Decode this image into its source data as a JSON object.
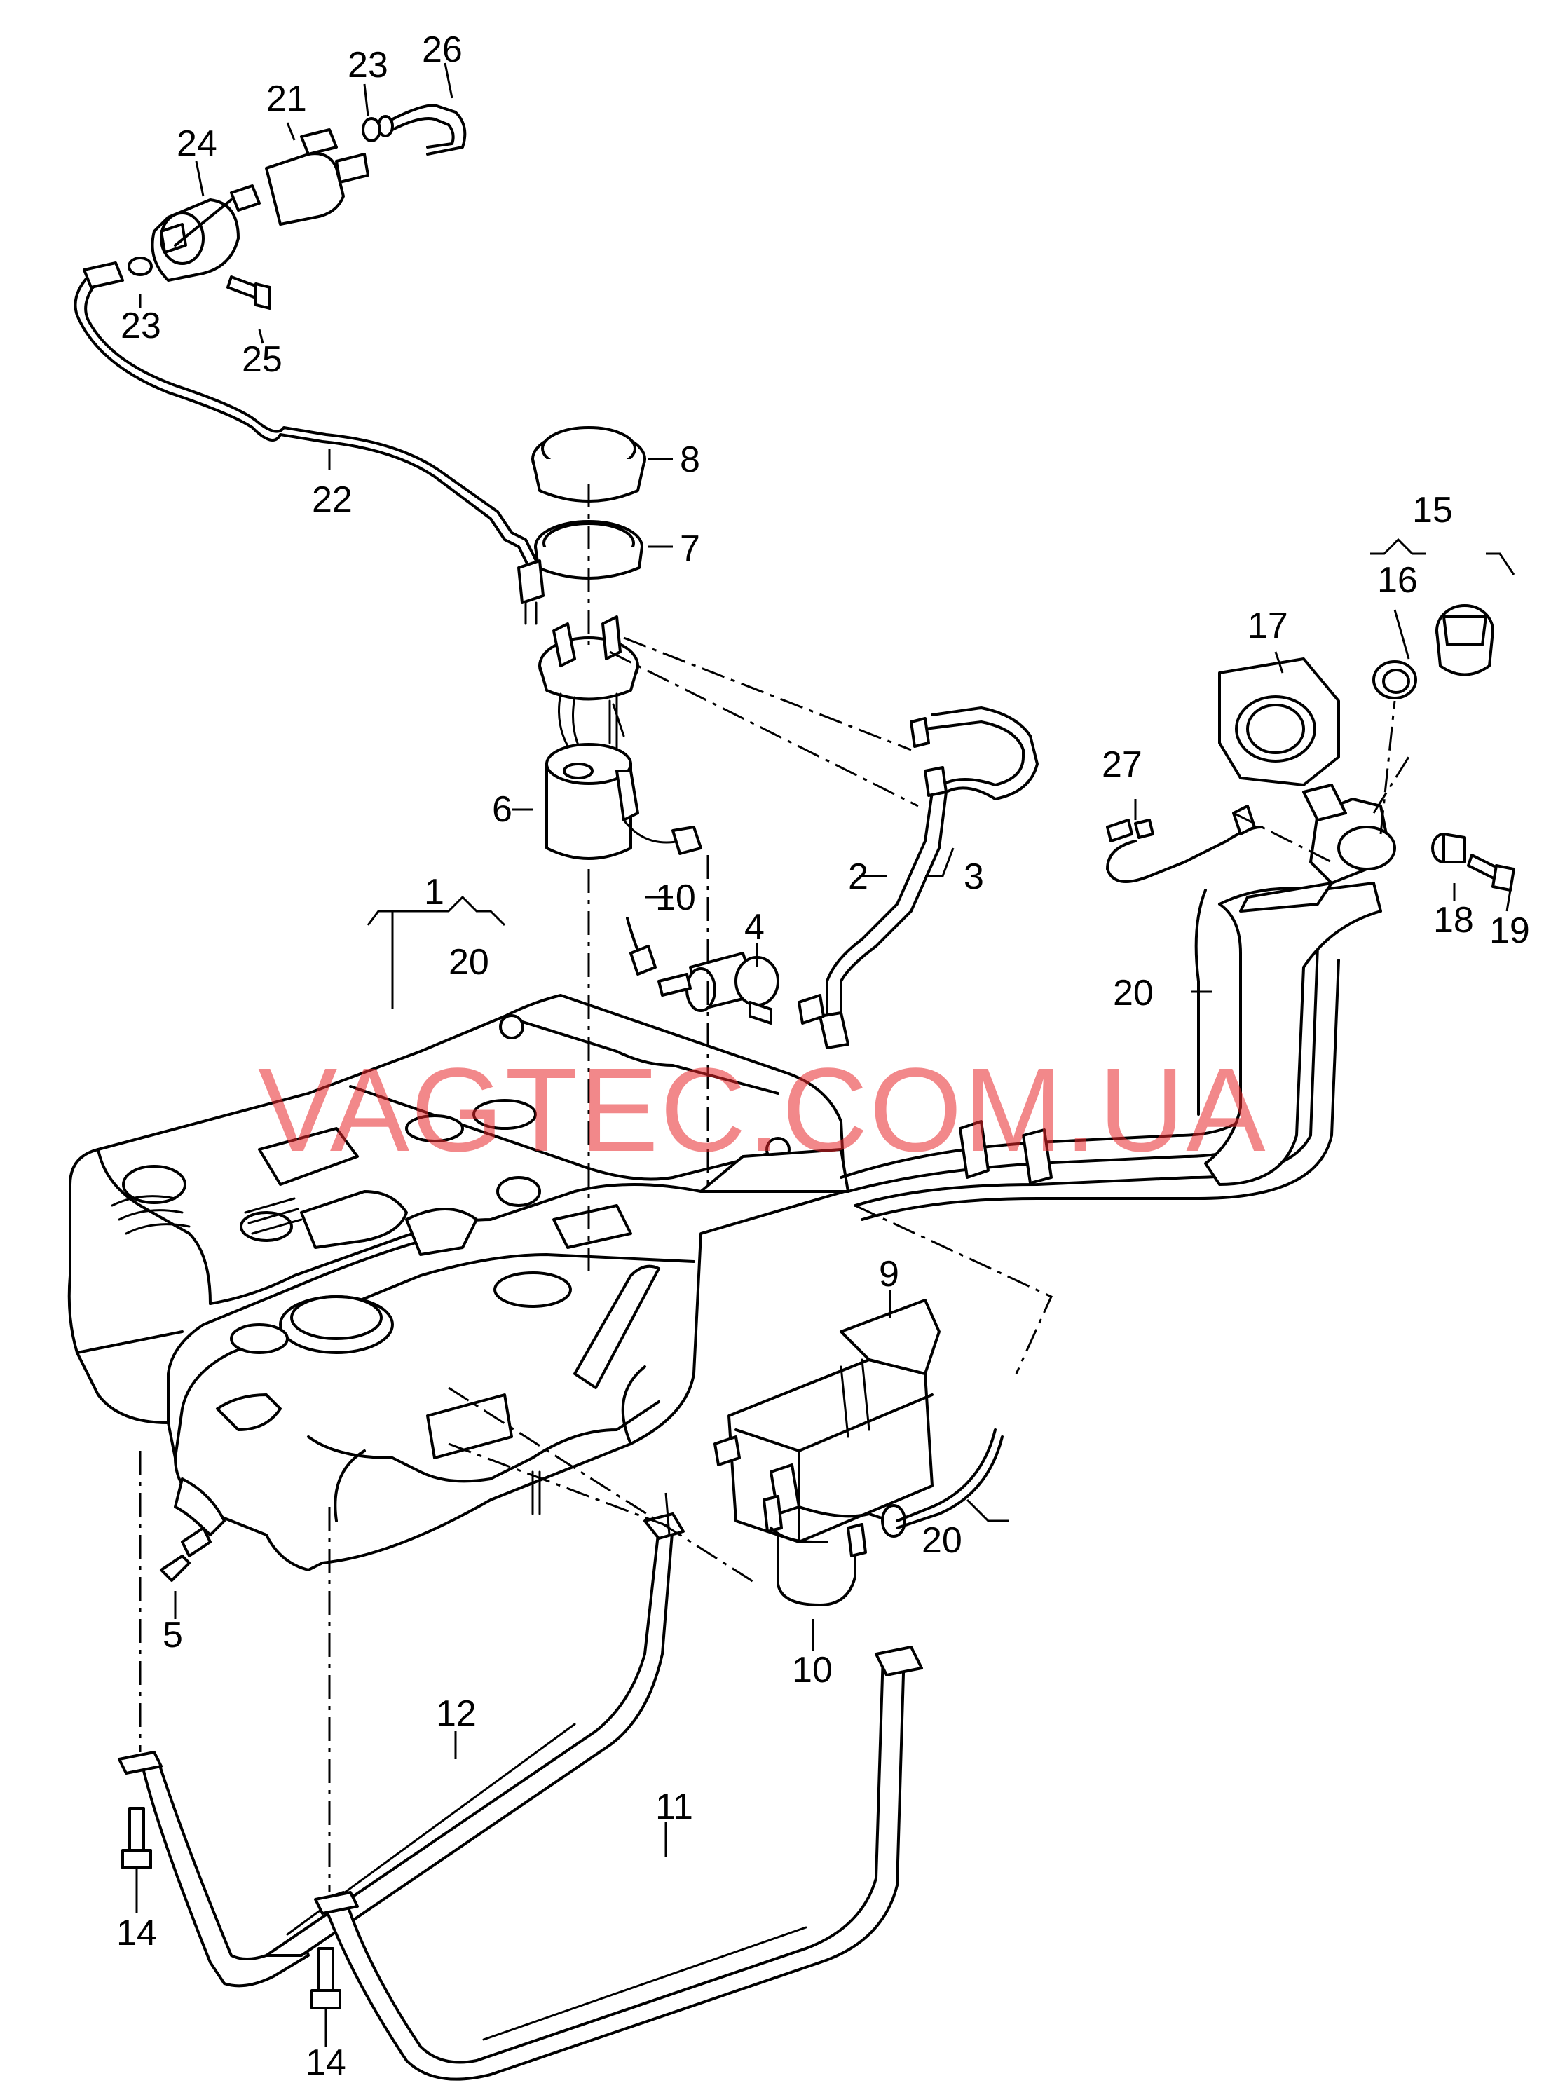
{
  "watermark": "VAGTEC.COM.UA",
  "labels": {
    "p1": "1",
    "p1_20": "20",
    "p2": "2",
    "p3": "3",
    "p4": "4",
    "p5": "5",
    "p6": "6",
    "p7": "7",
    "p8": "8",
    "p9": "9",
    "p10a": "10",
    "p10b": "10",
    "p11": "11",
    "p12": "12",
    "p14a": "14",
    "p14b": "14",
    "p15": "15",
    "p16": "16",
    "p17": "17",
    "p18": "18",
    "p19": "19",
    "p20a": "20",
    "p20b": "20",
    "p21": "21",
    "p22": "22",
    "p23a": "23",
    "p23b": "23",
    "p24": "24",
    "p25": "25",
    "p26": "26",
    "p27": "27"
  },
  "colors": {
    "line": "#000000",
    "background": "#ffffff",
    "watermark": "#e8262a"
  }
}
